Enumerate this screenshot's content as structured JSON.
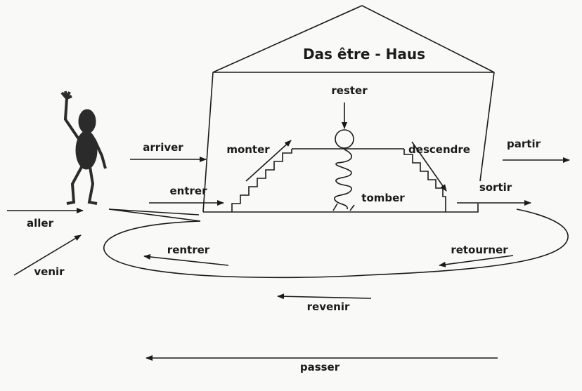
{
  "title": "Das être - Haus",
  "verbs": {
    "rester": "rester",
    "monter": "monter",
    "descendre": "descendre",
    "tomber": "tomber",
    "arriver": "arriver",
    "entrer": "entrer",
    "partir": "partir",
    "sortir": "sortir",
    "aller": "aller",
    "venir": "venir",
    "rentrer": "rentrer",
    "retourner": "retourner",
    "revenir": "revenir",
    "passer": "passer"
  },
  "colors": {
    "ink": "#1a1a1a",
    "figure": "#2b2b2b",
    "paper": "#f9f9f7"
  }
}
